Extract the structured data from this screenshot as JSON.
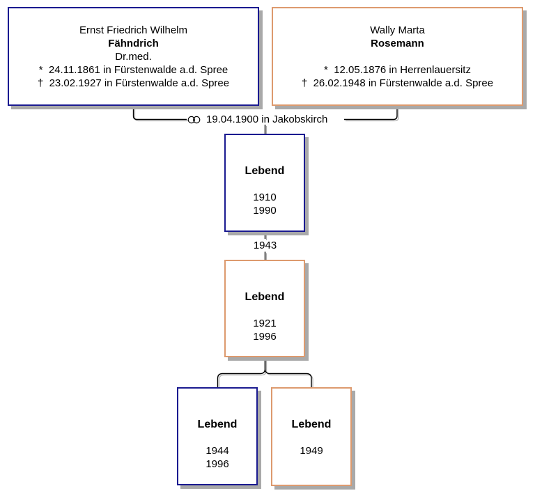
{
  "colors": {
    "male": "#1a1a90",
    "female": "#dd9a6e",
    "boxshadow": "#a9a9a9",
    "line": "#000000",
    "lineshadow": "#b0b0b0",
    "background": "#ffffff",
    "text": "#000000"
  },
  "persons": {
    "father": {
      "given": "Ernst Friedrich Wilhelm",
      "surname": "Fähndrich",
      "title": "Dr.med.",
      "birth": "*  24.11.1861 in Fürstenwalde a.d. Spree",
      "death": "†  23.02.1927 in Fürstenwalde a.d. Spree"
    },
    "mother": {
      "given": "Wally Marta",
      "surname": "Rosemann",
      "title": "",
      "birth": "*  12.05.1876 in Herrenlauersitz",
      "death": "†  26.02.1948 in Fürstenwalde a.d. Spree"
    },
    "child1": {
      "status": "Lebend",
      "year1": "1910",
      "year2": "1990"
    },
    "child2": {
      "status": "Lebend",
      "year1": "1921",
      "year2": "1996"
    },
    "grandchild1": {
      "status": "Lebend",
      "year1": "1944",
      "year2": "1996"
    },
    "grandchild2": {
      "status": "Lebend",
      "year1": "1949",
      "year2": ""
    }
  },
  "marriages": {
    "parents": {
      "label": "19.04.1900 in Jakobskirch"
    },
    "child": {
      "label": "1943"
    }
  }
}
